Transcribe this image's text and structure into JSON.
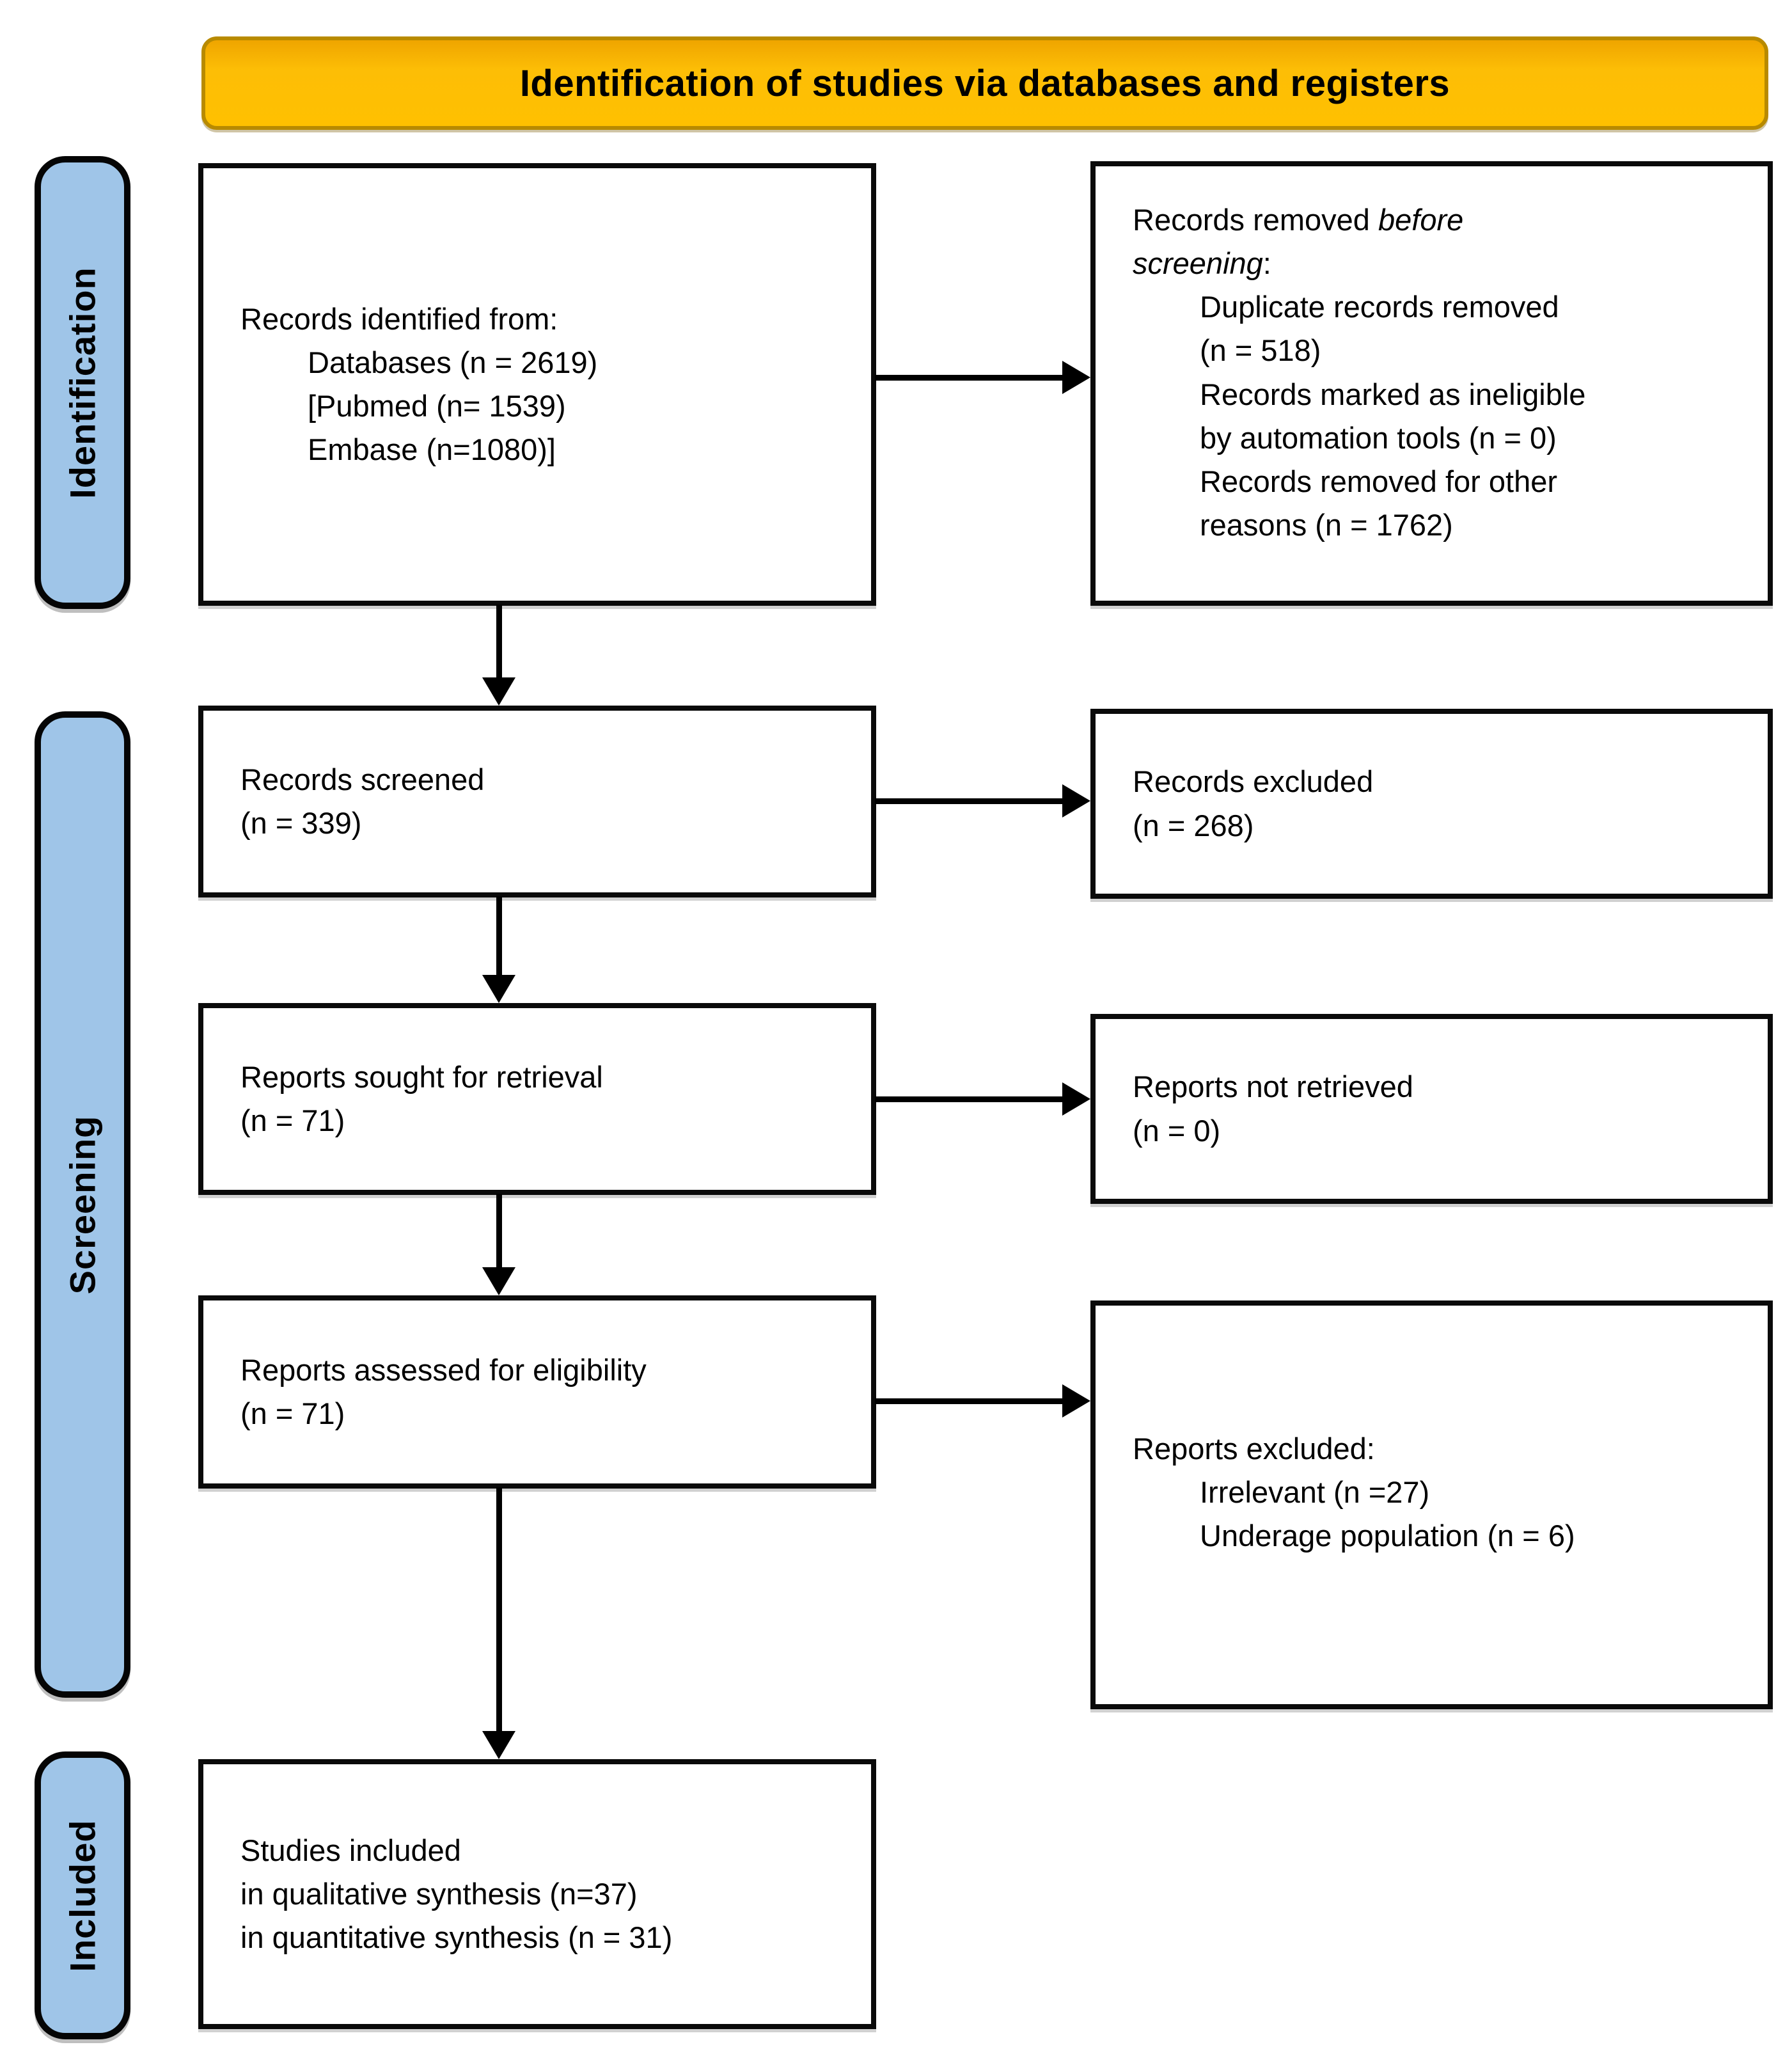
{
  "banner": {
    "title": "Identification of studies via databases and registers"
  },
  "stages": {
    "identification": "Identification",
    "screening": "Screening",
    "included": "Included"
  },
  "boxes": {
    "identified": {
      "line1": "Records identified from:",
      "line2": "Databases (n = 2619)",
      "line3": "[Pubmed (n= 1539)",
      "line4": "Embase (n=1080)]"
    },
    "removed": {
      "line1_pre": "Records removed ",
      "line1_italic": "before",
      "line2_italic": "screening",
      "line2_post": ":",
      "line3": "Duplicate records removed",
      "line4": "(n = 518)",
      "line5": "Records marked as ineligible",
      "line6": "by automation tools (n = 0)",
      "line7": "Records removed for other",
      "line8": "reasons (n = 1762)"
    },
    "screened": {
      "line1": "Records screened",
      "line2": "(n = 339)"
    },
    "records_excluded": {
      "line1": "Records excluded",
      "line2": "(n = 268)"
    },
    "sought": {
      "line1": "Reports sought for retrieval",
      "line2": "(n = 71)"
    },
    "not_retrieved": {
      "line1": "Reports not retrieved",
      "line2": "(n = 0)"
    },
    "assessed": {
      "line1": "Reports assessed for eligibility",
      "line2": "(n = 71)"
    },
    "reports_excluded": {
      "line1": "Reports excluded:",
      "line2": "Irrelevant (n =27)",
      "line3": "Underage population (n = 6)"
    },
    "included_studies": {
      "line1": "Studies included",
      "line2": "in qualitative synthesis (n=37)",
      "line3": "in quantitative synthesis (n = 31)"
    }
  },
  "colors": {
    "banner_fill": "#FFC000",
    "banner_border": "#B88A00",
    "stage_fill": "#9FC5E8",
    "box_border": "#0A0A0A",
    "arrow": "#000000"
  }
}
